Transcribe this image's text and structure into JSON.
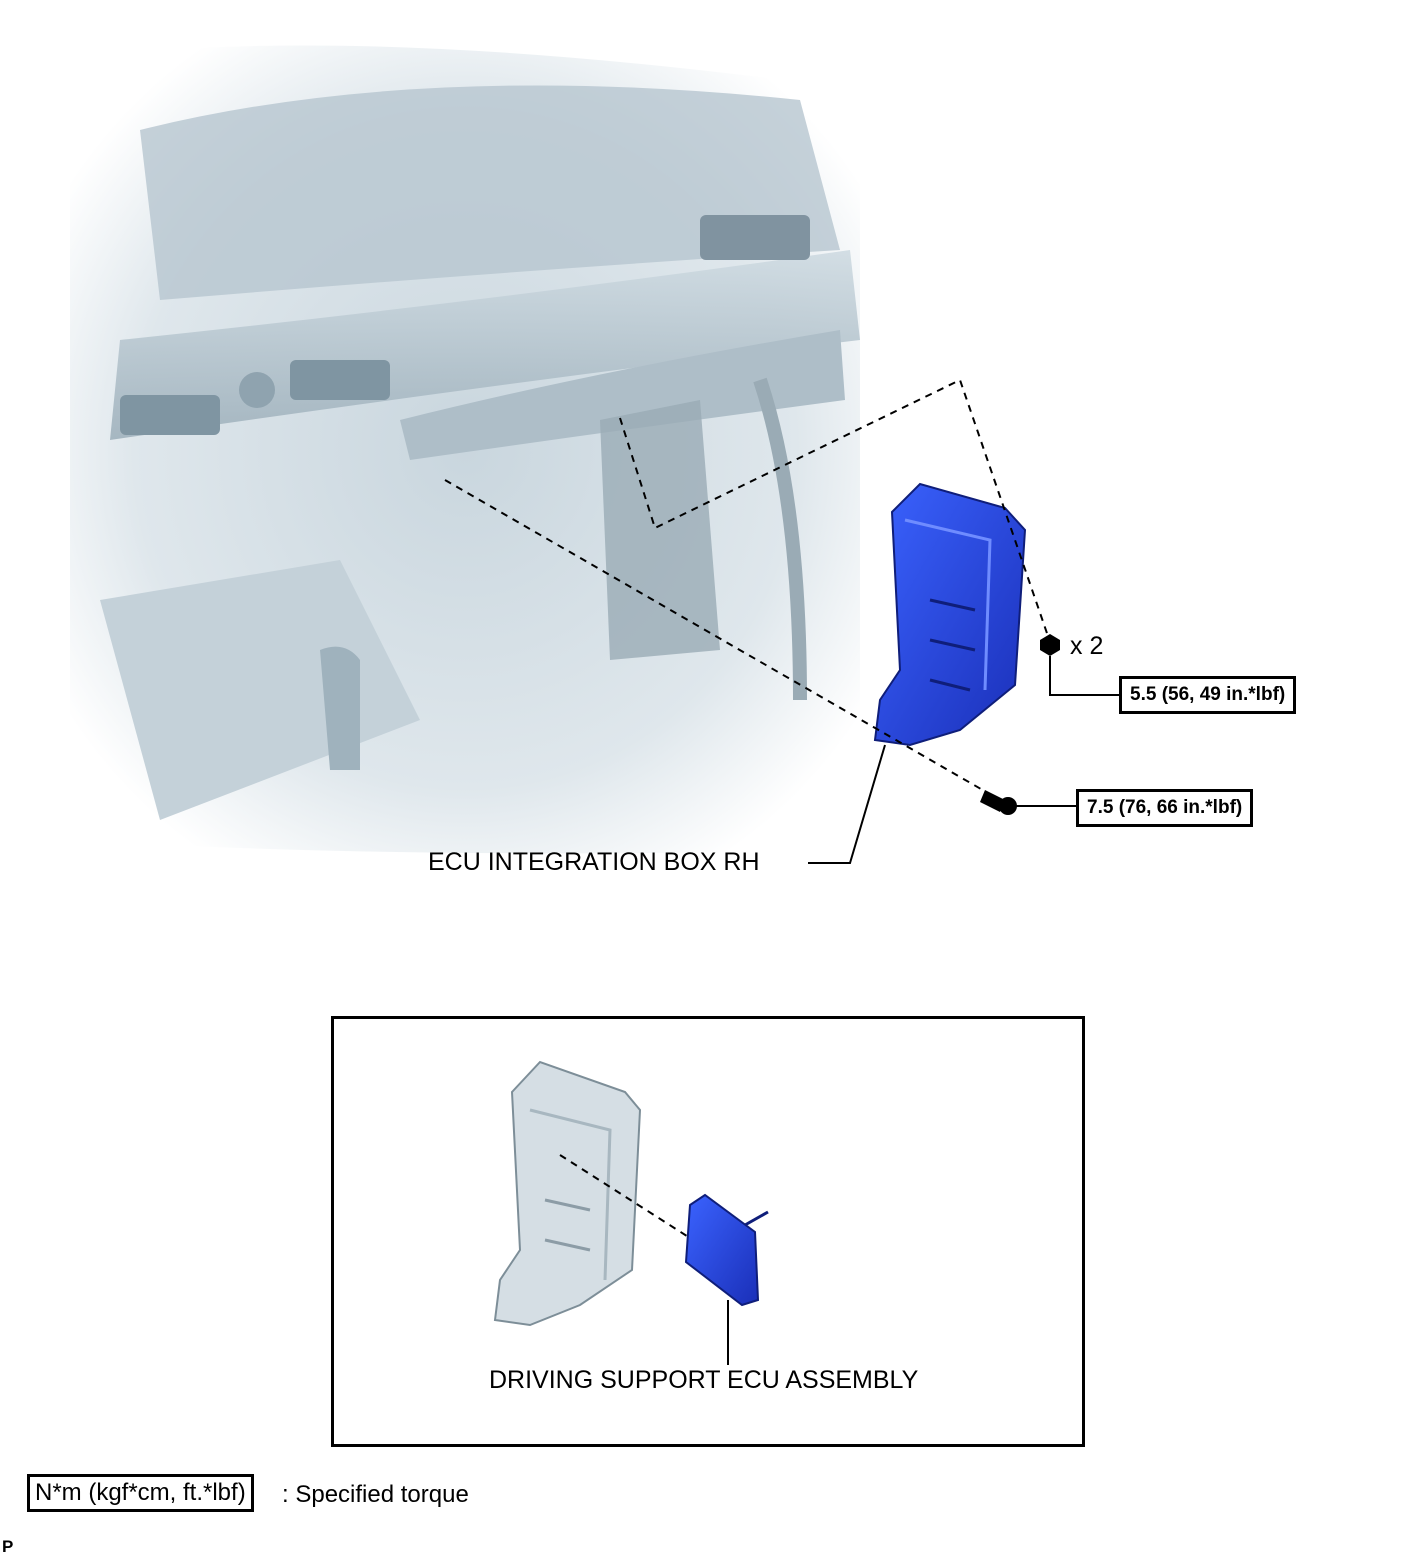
{
  "labels": {
    "ecu_box": "ECU INTEGRATION BOX RH",
    "nut_count": "x 2",
    "driving_support": "DRIVING SUPPORT ECU ASSEMBLY"
  },
  "torques": {
    "nut": "5.5 (56, 49 in.*lbf)",
    "bolt": "7.5 (76, 66 in.*lbf)"
  },
  "legend": {
    "unit": "N*m (kgf*cm, ft.*lbf)",
    "text": ": Specified torque"
  },
  "corner_mark": "P",
  "colors": {
    "part_highlight": "#1f3fd6",
    "interior": "#dbe4ea",
    "lines": "#000000"
  },
  "icons": [
    "nut-icon",
    "bolt-icon"
  ]
}
